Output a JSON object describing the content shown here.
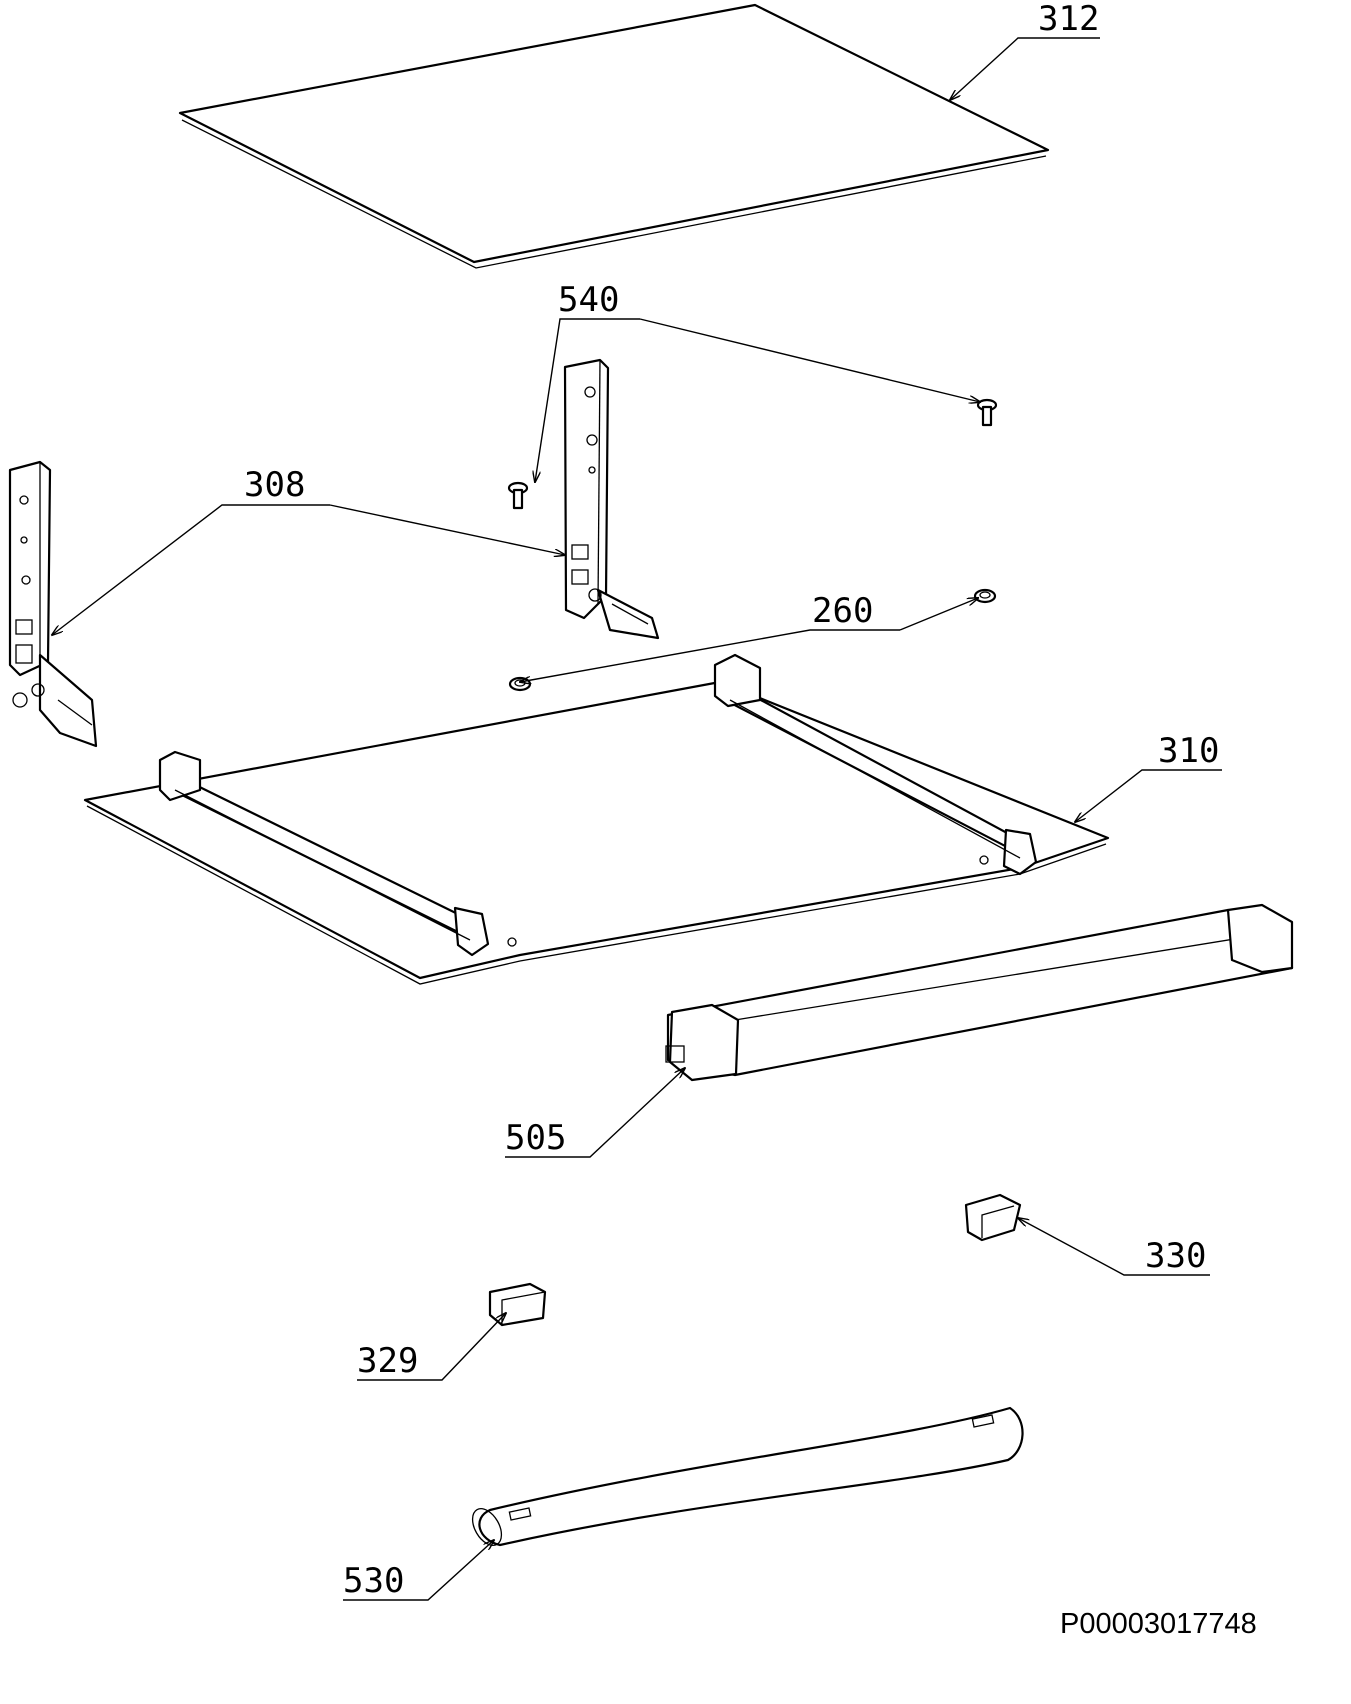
{
  "callouts": {
    "c312": "312",
    "c540": "540",
    "c308": "308",
    "c260": "260",
    "c310": "310",
    "c505": "505",
    "c330": "330",
    "c329": "329",
    "c530": "530"
  },
  "document_id": "P00003017748"
}
